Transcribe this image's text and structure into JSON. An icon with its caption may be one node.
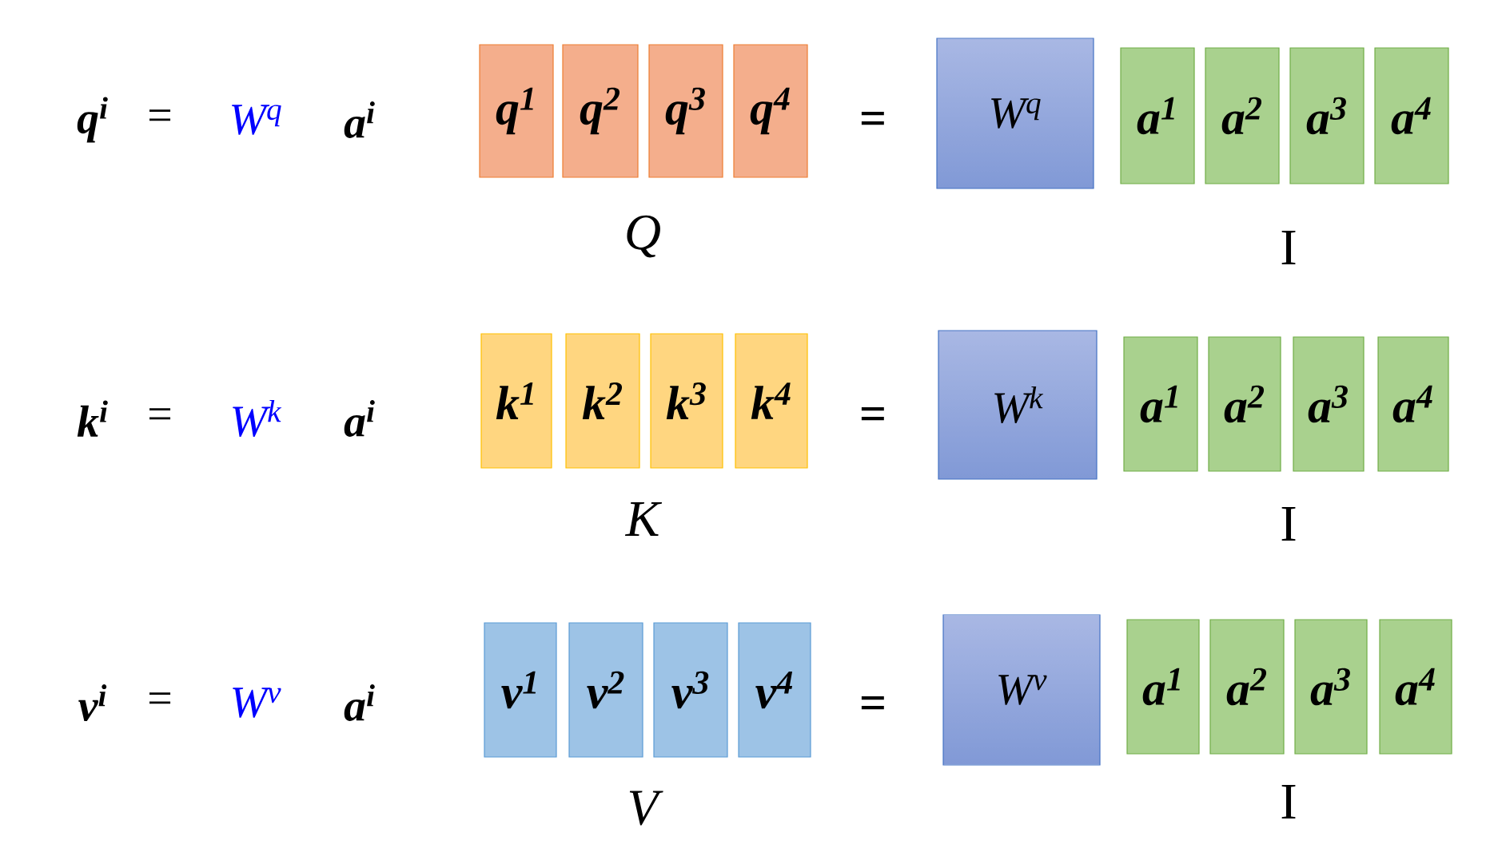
{
  "diagram": {
    "nodes": [
      {
        "text": [
          "q$^{1}$"
        ]
      },
      {
        "text": [
          "q$^{2}$"
        ]
      },
      {
        "text": [
          "q$^{3}$"
        ]
      },
      {
        "text": [
          "q$^{4}$"
        ]
      },
      {
        "text": [
          "W$^{q}$"
        ]
      },
      {
        "text": [
          "a$^{1}$"
        ]
      },
      {
        "text": [
          "a$^{2}$"
        ]
      },
      {
        "text": [
          "a$^{3}$"
        ]
      },
      {
        "text": [
          "a$^{4}$"
        ]
      },
      {
        "text": [
          "k$^{1}$"
        ]
      },
      {
        "text": [
          "k$^{2}$"
        ]
      },
      {
        "text": [
          "k$^{3}$"
        ]
      },
      {
        "text": [
          "k$^{4}$"
        ]
      },
      {
        "text": [
          "W$^{k}$"
        ]
      },
      {
        "text": [
          "a$^{1}$"
        ]
      },
      {
        "text": [
          "a$^{2}$"
        ]
      },
      {
        "text": [
          "a$^{3}$"
        ]
      },
      {
        "text": [
          "a$^{4}$"
        ]
      },
      {
        "text": [
          "v$^{1}$"
        ]
      },
      {
        "text": [
          "v$^{2}$"
        ]
      },
      {
        "text": [
          "v$^{3}$"
        ]
      },
      {
        "text": [
          "v$^{4}$"
        ]
      },
      {
        "text": [
          "W$^{v}$"
        ]
      },
      {
        "text": [
          "a$^{1}$"
        ]
      },
      {
        "text": [
          "a$^{2}$"
        ]
      },
      {
        "text": [
          "a$^{3}$"
        ]
      },
      {
        "text": [
          "a$^{4}$"
        ]
      }
    ],
    "labels": [
      "q$^{i}$",
      "=",
      "W$^{q}$",
      "a$^{i}$",
      "=",
      "Q",
      "I",
      "k$^{i}$",
      "=",
      "W$^{k}$",
      "a$^{i}$",
      "=",
      "K",
      "I",
      "v$^{i}$",
      "=",
      "W$^{v}$",
      "a$^{i}$",
      "=",
      "V",
      "I"
    ]
  }
}
